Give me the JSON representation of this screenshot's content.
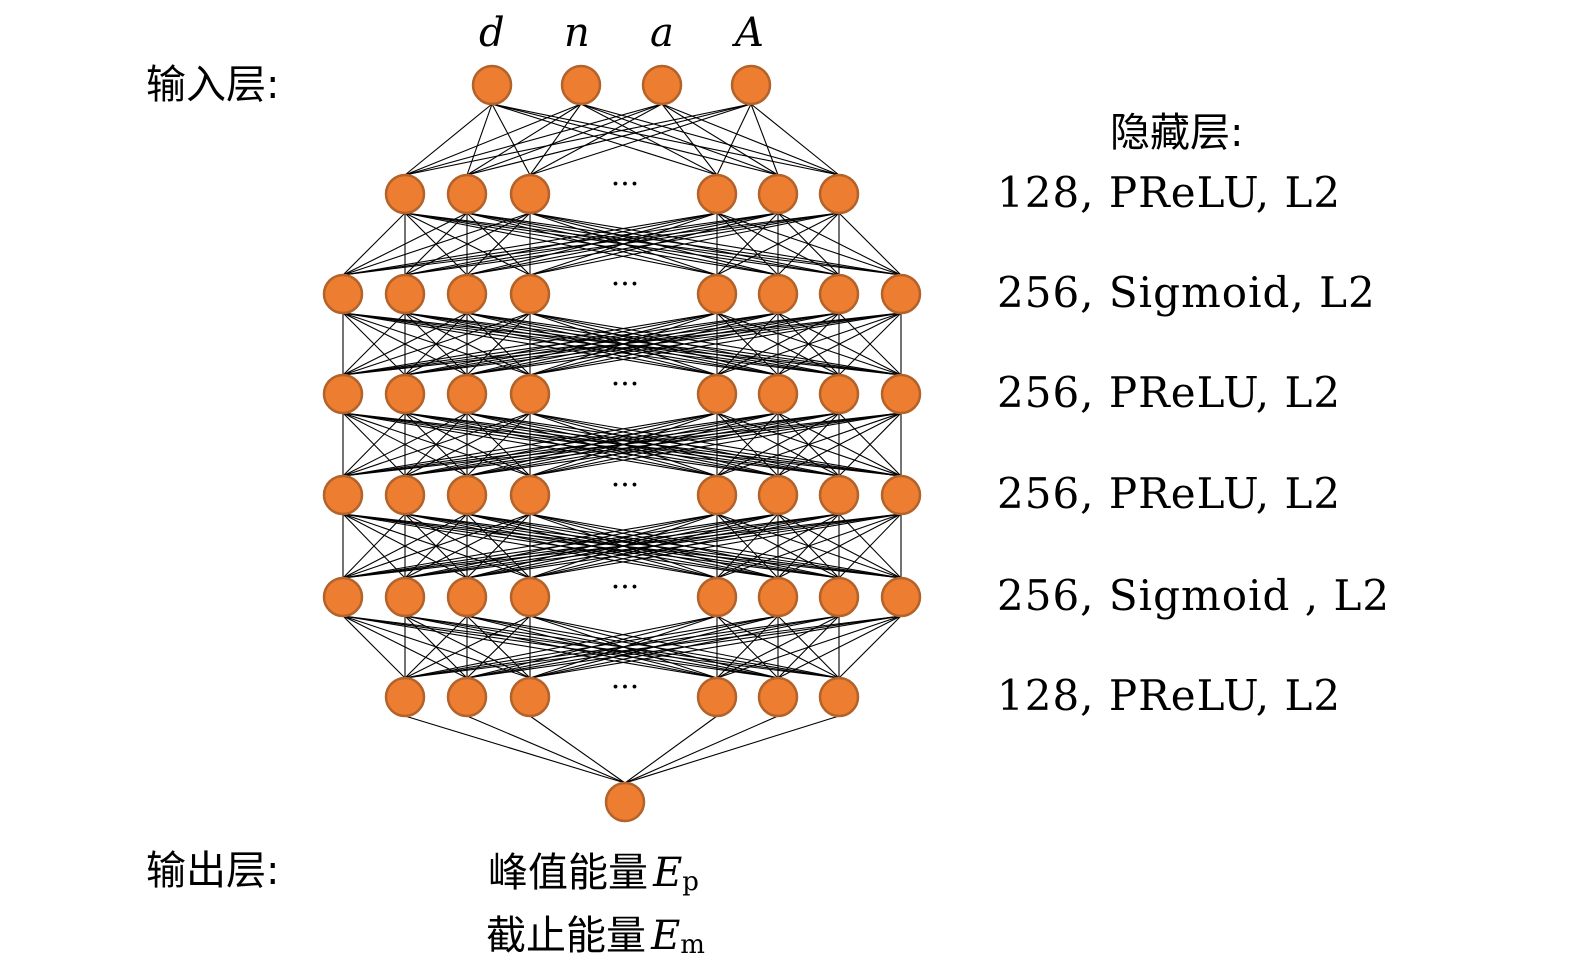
{
  "input_title": "输入层:",
  "hidden_title": "隐藏层:",
  "output_title": "输出层:",
  "input_variables": [
    "d",
    "n",
    "a",
    "A"
  ],
  "hidden_layers": [
    {
      "label": "128, PReLU, L2",
      "shown_nodes": 6
    },
    {
      "label": "256, Sigmoid, L2",
      "shown_nodes": 8
    },
    {
      "label": "256, PReLU, L2",
      "shown_nodes": 8
    },
    {
      "label": "256, PReLU, L2",
      "shown_nodes": 8
    },
    {
      "label": "256, Sigmoid , L2",
      "shown_nodes": 8
    },
    {
      "label": "128, PReLU, L2",
      "shown_nodes": 6
    }
  ],
  "ellipsis": "···",
  "outputs": [
    {
      "name": "峰值能量",
      "symbol": "E",
      "subscript": "p"
    },
    {
      "name": "截止能量",
      "symbol": "E",
      "subscript": "m"
    }
  ],
  "colors": {
    "node_fill": "#ED7D31",
    "node_stroke": "#B3622A",
    "edge": "#000000"
  }
}
